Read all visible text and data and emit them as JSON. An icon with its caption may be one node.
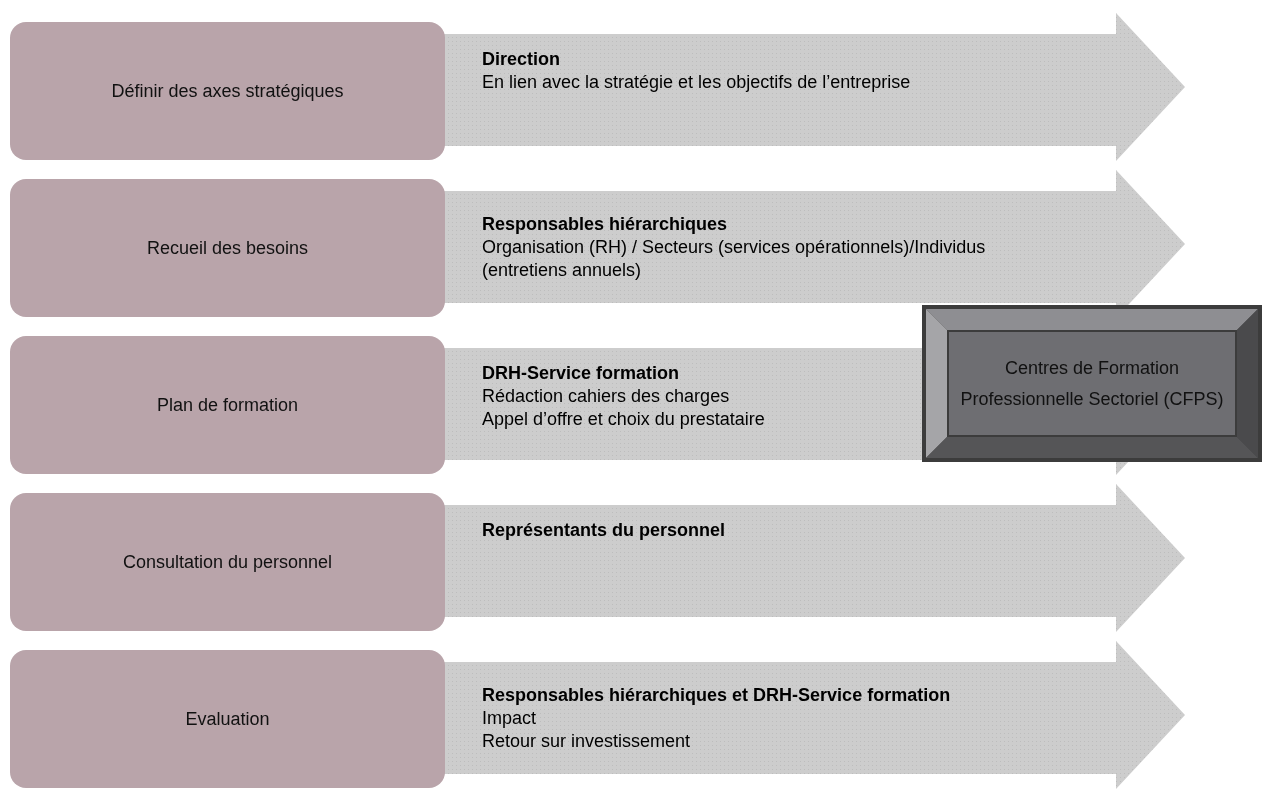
{
  "diagram": {
    "nodes": [
      {
        "text": [
          "Définir des axes stratégiques"
        ]
      },
      {
        "text": [
          "Direction",
          "En lien avec la stratégie et les objectifs de l’entreprise"
        ]
      },
      {
        "text": [
          "Recueil des besoins"
        ]
      },
      {
        "text": [
          "Responsables hiérarchiques",
          "Organisation (RH) / Secteurs (services opérationnels)/Individus (entretiens annuels)"
        ]
      },
      {
        "text": [
          "Plan de formation"
        ]
      },
      {
        "text": [
          "DRH-Service formation",
          "Rédaction cahiers des charges",
          "Appel d’offre et choix du prestataire"
        ]
      },
      {
        "text": [
          "Consultation du personnel"
        ]
      },
      {
        "text": [
          "Représentants du personnel"
        ]
      },
      {
        "text": [
          "Evaluation"
        ]
      },
      {
        "text": [
          "Responsables hiérarchiques et DRH-Service formation",
          "Impact",
          "Retour sur investissement"
        ]
      },
      {
        "text": [
          "Centres de Formation Professionnelle Sectoriel (CFPS)"
        ]
      }
    ]
  }
}
